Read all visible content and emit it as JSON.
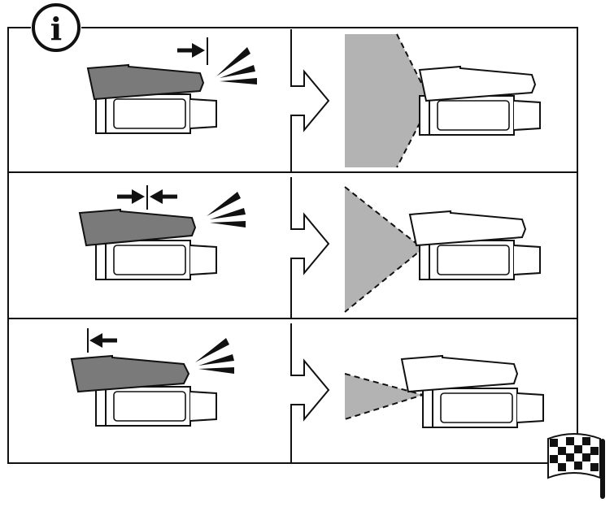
{
  "header": {
    "info_symbol": "i",
    "info_icon": "info-circle-icon"
  },
  "footer": {
    "finish_icon": "checkered-flag-icon"
  },
  "colors": {
    "line": "#111111",
    "housing_shaded": "#7a7a7a",
    "beam": "#b3b3b3",
    "background": "#ffffff"
  },
  "steps": [
    {
      "sunshield_adjustment": "slide-back",
      "field_of_view": "wide"
    },
    {
      "sunshield_adjustment": "center",
      "field_of_view": "medium"
    },
    {
      "sunshield_adjustment": "slide-forward",
      "field_of_view": "narrow"
    }
  ]
}
